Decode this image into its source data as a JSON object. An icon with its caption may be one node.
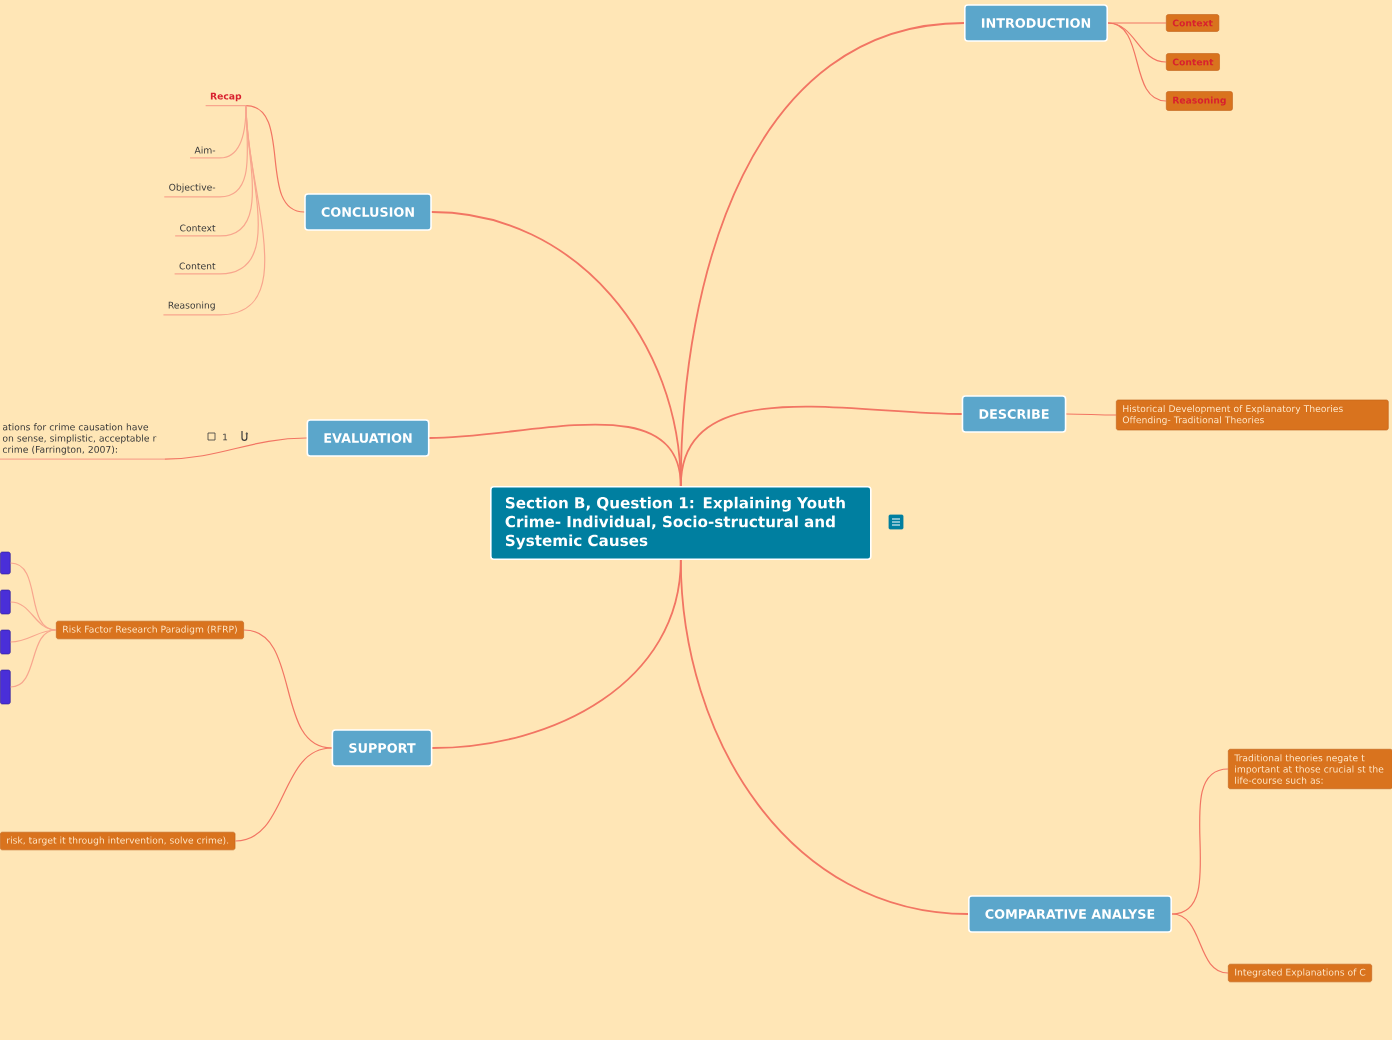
{
  "diagram": {
    "nodes": [
      {
        "text": [
          "Section B, Question 1: Explaining Youth Crime- Individual, Socio-structural and Systemic Causes"
        ]
      },
      {
        "text": [
          "INTRODUCTION"
        ]
      },
      {
        "text": [
          "Context"
        ]
      },
      {
        "text": [
          "Content"
        ]
      },
      {
        "text": [
          "Reasoning"
        ]
      },
      {
        "text": [
          "CONCLUSION"
        ]
      },
      {
        "text": [
          "Recap"
        ]
      },
      {
        "text": [
          "Aim-"
        ]
      },
      {
        "text": [
          "Objective-"
        ]
      },
      {
        "text": [
          "Context"
        ]
      },
      {
        "text": [
          "Content"
        ]
      },
      {
        "text": [
          "Reasoning"
        ]
      },
      {
        "text": [
          "EVALUATION"
        ]
      },
      {
        "text": [
          "ations for crime causation have on sense, simplistic, acceptable r crime (Farrington, 2007):"
        ]
      },
      {
        "text": [
          "DESCRIBE"
        ]
      },
      {
        "text": [
          "Historical Development of Explanatory Theories Offending- Traditional Theories"
        ]
      },
      {
        "text": [
          "SUPPORT"
        ]
      },
      {
        "text": [
          "Risk Factor Research Paradigm (RFRP)"
        ]
      },
      {
        "text": [],
        "shape": "box"
      },
      {
        "text": [],
        "shape": "box"
      },
      {
        "text": [],
        "shape": "box"
      },
      {
        "text": [],
        "shape": "box"
      },
      {
        "text": [
          "risk, target it through intervention, solve crime)."
        ]
      },
      {
        "text": [
          "COMPARATIVE ANALYSE"
        ]
      },
      {
        "text": [
          "Traditional theories negate t important at those crucial st the life-course such as:"
        ]
      },
      {
        "text": [
          "Integrated Explanations of C"
        ]
      }
    ],
    "edges": [
      {
        "from": 0,
        "to": 1,
        "arrow": "none"
      },
      {
        "from": 1,
        "to": 2,
        "arrow": "none"
      },
      {
        "from": 1,
        "to": 3,
        "arrow": "none"
      },
      {
        "from": 1,
        "to": 4,
        "arrow": "none"
      },
      {
        "from": 0,
        "to": 5,
        "arrow": "none"
      },
      {
        "from": 5,
        "to": 6,
        "arrow": "none"
      },
      {
        "from": 6,
        "to": 7,
        "arrow": "none"
      },
      {
        "from": 6,
        "to": 8,
        "arrow": "none"
      },
      {
        "from": 6,
        "to": 9,
        "arrow": "none"
      },
      {
        "from": 6,
        "to": 10,
        "arrow": "none"
      },
      {
        "from": 6,
        "to": 11,
        "arrow": "none"
      },
      {
        "from": 0,
        "to": 12,
        "arrow": "none"
      },
      {
        "from": 12,
        "to": 13,
        "arrow": "none"
      },
      {
        "from": 0,
        "to": 14,
        "arrow": "none"
      },
      {
        "from": 14,
        "to": 15,
        "arrow": "none"
      },
      {
        "from": 0,
        "to": 16,
        "arrow": "none"
      },
      {
        "from": 16,
        "to": 17,
        "arrow": "none"
      },
      {
        "from": 17,
        "to": 18,
        "arrow": "none"
      },
      {
        "from": 17,
        "to": 19,
        "arrow": "none"
      },
      {
        "from": 17,
        "to": 20,
        "arrow": "none"
      },
      {
        "from": 17,
        "to": 21,
        "arrow": "none"
      },
      {
        "from": 16,
        "to": 22,
        "arrow": "none"
      },
      {
        "from": 0,
        "to": 23,
        "arrow": "none"
      },
      {
        "from": 23,
        "to": 24,
        "arrow": "none"
      },
      {
        "from": 23,
        "to": 25,
        "arrow": "none"
      }
    ],
    "labels": [
      "1"
    ]
  }
}
